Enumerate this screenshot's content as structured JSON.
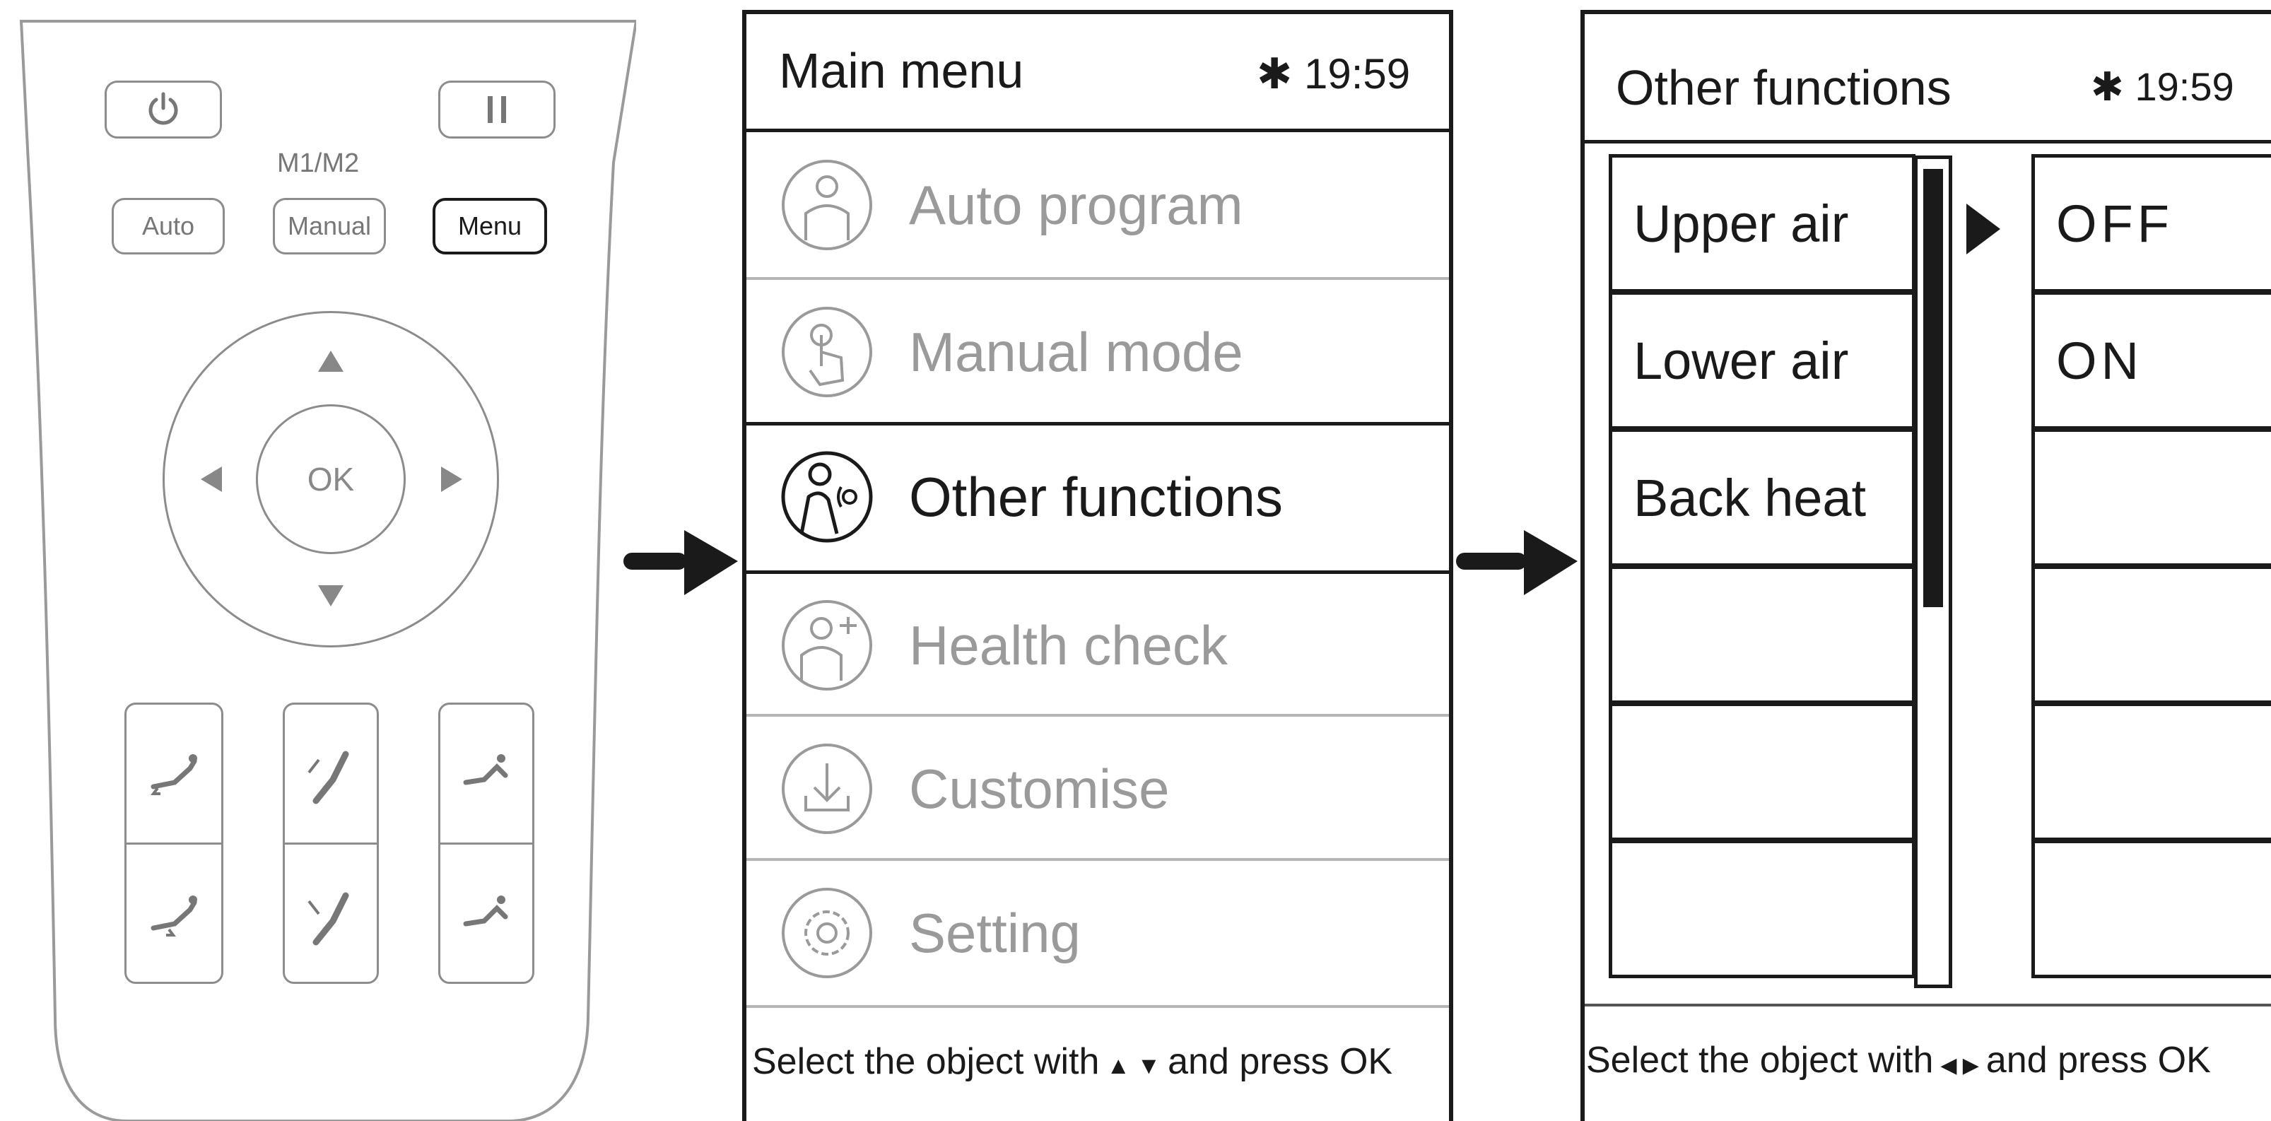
{
  "remote": {
    "m_label": "M1/M2",
    "auto_label": "Auto",
    "manual_label": "Manual",
    "menu_label": "Menu",
    "ok_label": "OK"
  },
  "main_menu": {
    "title": "Main menu",
    "time": "19:59",
    "items": [
      {
        "label": "Auto program",
        "icon": "person-icon",
        "active": false
      },
      {
        "label": "Manual mode",
        "icon": "touch-hand-icon",
        "active": false
      },
      {
        "label": "Other functions",
        "icon": "massage-person-icon",
        "active": true
      },
      {
        "label": "Health check",
        "icon": "person-plus-icon",
        "active": false
      },
      {
        "label": "Customise",
        "icon": "download-icon",
        "active": false
      },
      {
        "label": "Setting",
        "icon": "gear-icon",
        "active": false
      }
    ],
    "footer_prefix": "Select the object with",
    "footer_symbols": "▲ ▼",
    "footer_suffix": "and press OK"
  },
  "other_functions": {
    "title": "Other functions",
    "time": "19:59",
    "left_items": [
      "Upper air",
      "Lower air",
      "Back heat",
      "",
      "",
      ""
    ],
    "right_items": [
      "OFF",
      "ON",
      "",
      "",
      "",
      ""
    ],
    "footer_prefix": "Select the object with",
    "footer_symbols": "◀ ▶",
    "footer_suffix": "and press OK"
  }
}
